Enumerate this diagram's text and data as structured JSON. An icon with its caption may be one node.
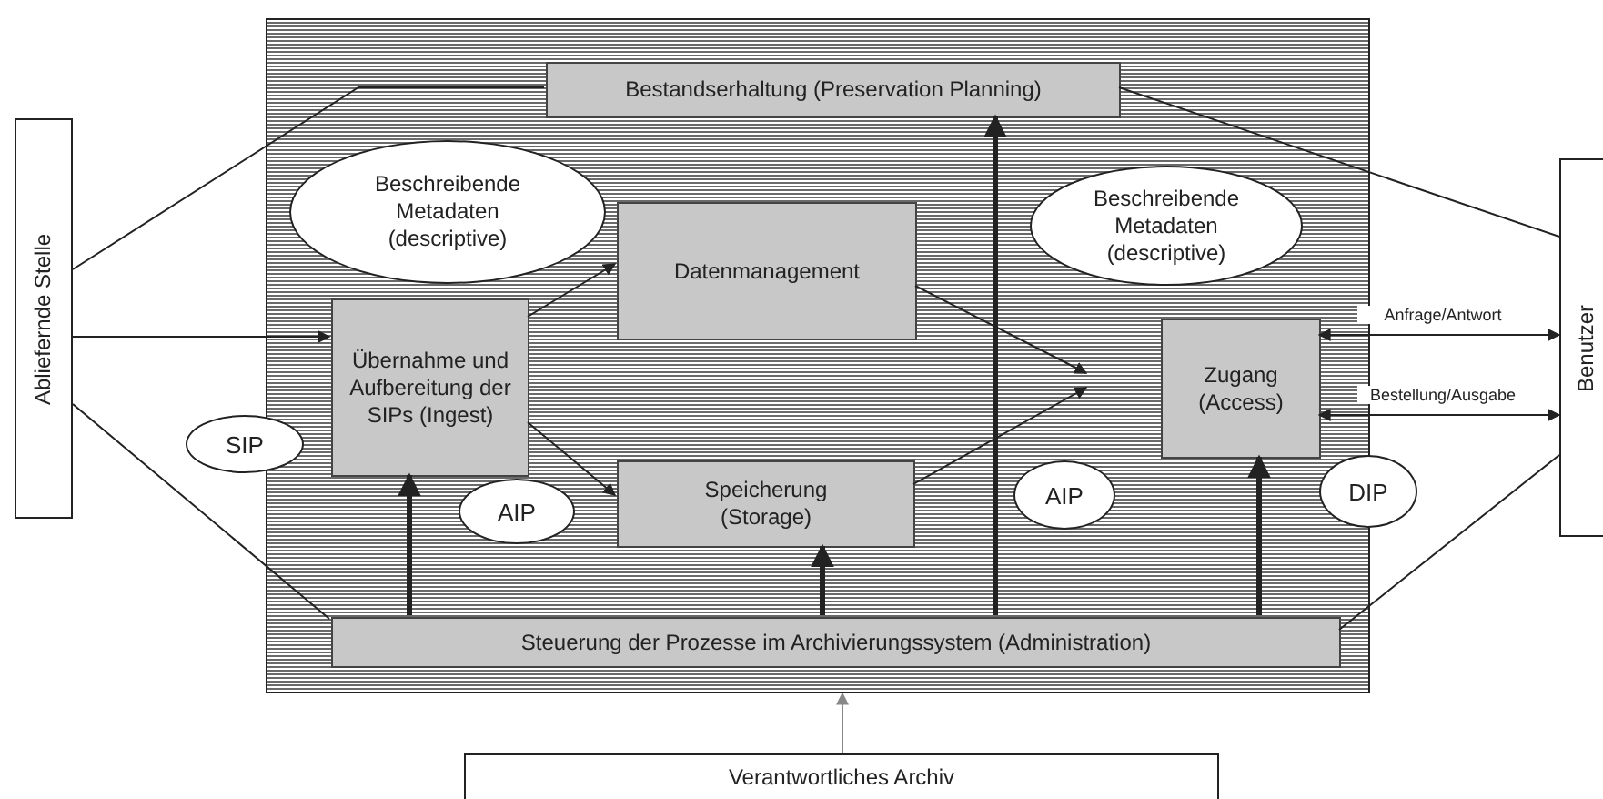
{
  "diagram": {
    "nodes": [
      {
        "text": [],
        "shape": "box"
      },
      {
        "text": [
          "Abliefernde Stelle"
        ]
      },
      {
        "text": [
          "Bestandserhaltung (Preservation Planning)"
        ],
        "in": 0
      },
      {
        "text": [
          "Beschreibende Metadaten (descriptive)"
        ],
        "in": 0
      },
      {
        "text": [
          "Datenmanagement"
        ],
        "in": 0
      },
      {
        "text": [
          "Übernahme und Aufbereitung der SIPs (Ingest)"
        ],
        "in": 0
      },
      {
        "text": [
          "Beschreibende Metadaten (descriptive)"
        ],
        "in": 0
      },
      {
        "text": [
          "Zugang (Access)"
        ],
        "in": 0
      },
      {
        "text": [
          "SIP"
        ]
      },
      {
        "text": [
          "AIP"
        ],
        "in": 0
      },
      {
        "text": [
          "Speicherung (Storage)"
        ],
        "in": 0
      },
      {
        "text": [
          "AIP"
        ],
        "in": 0
      },
      {
        "text": [
          "DIP"
        ]
      },
      {
        "text": [
          "Benutzer"
        ]
      },
      {
        "text": [
          "Steuerung der Prozesse im Archivierungssystem (Administration)"
        ],
        "in": 0
      },
      {
        "text": [
          "Verantwortliches Archiv"
        ]
      }
    ],
    "edges": [
      {
        "from": 1,
        "to": 5,
        "arrow": "to"
      },
      {
        "from": 1,
        "to": 2,
        "arrow": "none"
      },
      {
        "from": 1,
        "to": 14,
        "arrow": "none"
      },
      {
        "from": 5,
        "to": 4,
        "arrow": "to"
      },
      {
        "from": 5,
        "to": 10,
        "arrow": "to"
      },
      {
        "from": 4,
        "to": null,
        "arrow": "to"
      },
      {
        "from": 10,
        "to": null,
        "arrow": "to"
      },
      {
        "from": 14,
        "to": 5,
        "arrow": "to",
        "style": "thick"
      },
      {
        "from": 14,
        "to": 10,
        "arrow": "to",
        "style": "thick"
      },
      {
        "from": 14,
        "to": 2,
        "arrow": "to",
        "style": "thick"
      },
      {
        "from": 14,
        "to": 7,
        "arrow": "to",
        "style": "thick"
      },
      {
        "from": 7,
        "to": 13,
        "arrow": "both",
        "label": "Anfrage/Antwort"
      },
      {
        "from": 7,
        "to": 13,
        "arrow": "both",
        "label": "Bestellung/Ausgabe"
      },
      {
        "from": 2,
        "to": 13,
        "arrow": "none"
      },
      {
        "from": 14,
        "to": 13,
        "arrow": "none"
      },
      {
        "from": 15,
        "to": 0,
        "arrow": "to",
        "color": "#888888"
      }
    ]
  }
}
